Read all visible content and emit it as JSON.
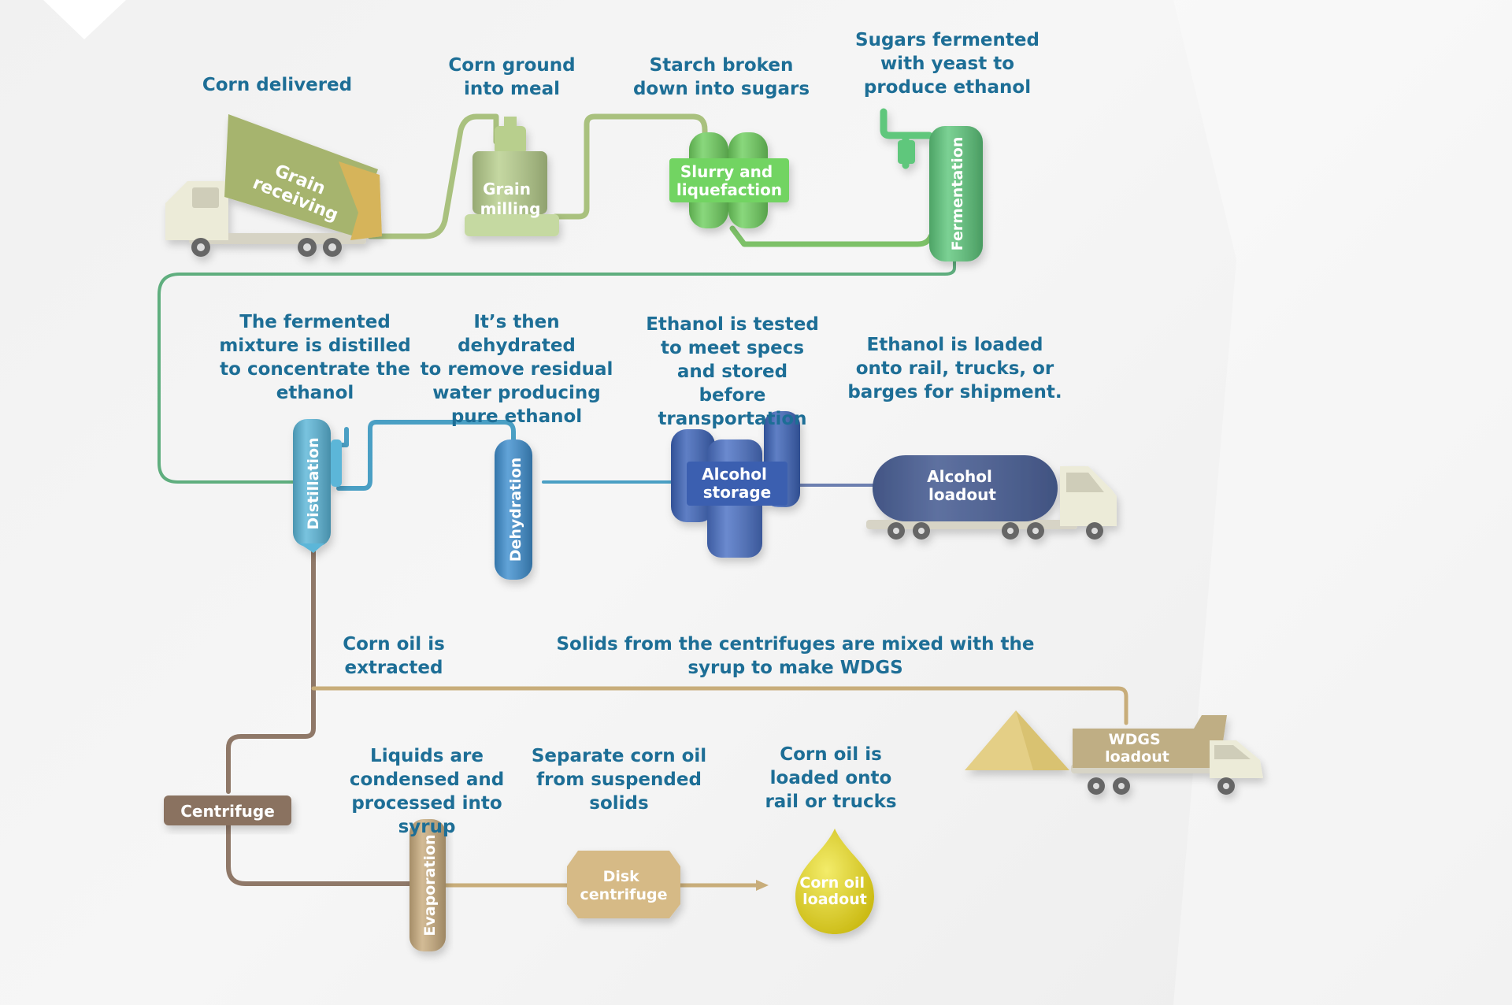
{
  "captions": {
    "corn_delivered": "Corn delivered",
    "corn_ground": "Corn ground\ninto meal",
    "starch_broken": "Starch broken\ndown into sugars",
    "sugars_fermented": "Sugars fermented\nwith yeast to\nproduce ethanol",
    "distilled": "The fermented\nmixture is distilled\nto concentrate the\nethanol",
    "dehydrated": "It’s then dehydrated\nto remove residual\nwater producing\npure ethanol",
    "tested": "Ethanol is tested\nto meet specs\nand stored before\ntransportation",
    "loaded": "Ethanol is loaded\nonto rail, trucks, or\nbarges for shipment.",
    "corn_oil_extracted": "Corn oil is\nextracted",
    "solids_mixed": "Solids from the centrifuges are mixed with the\nsyrup to make WDGS",
    "liquids_condensed": "Liquids are\ncondensed and\nprocessed into syrup",
    "separate_oil": "Separate corn oil\nfrom suspended\nsolids",
    "oil_loaded": "Corn oil is\nloaded onto\nrail or trucks"
  },
  "units": {
    "grain_receiving": [
      "Grain",
      "receiving"
    ],
    "grain_milling": [
      "Grain",
      "milling"
    ],
    "slurry": [
      "Slurry and",
      "liquefaction"
    ],
    "fermentation": "Fermentation",
    "distillation": "Distillation",
    "dehydration": "Dehydration",
    "alcohol_storage": [
      "Alcohol",
      "storage"
    ],
    "alcohol_loadout": [
      "Alcohol",
      "loadout"
    ],
    "wdgs_loadout": [
      "WDGS",
      "loadout"
    ],
    "centrifuge": "Centrifuge",
    "evaporation": "Evaporation",
    "disk_centrifuge": [
      "Disk",
      "centrifuge"
    ],
    "corn_oil_loadout": [
      "Corn oil",
      "loadout"
    ]
  },
  "colors": {
    "caption": "#1d6e96",
    "pipe_green_light": "#a9c17e",
    "pipe_green": "#7dc168",
    "pipe_green_dark": "#5fae7e",
    "pipe_blue": "#4a9fc4",
    "pipe_brown": "#8f7868",
    "pipe_tan": "#c8ad7a",
    "grain": "#a6b46e",
    "milling": "#b8cf8d",
    "slurry": "#6fcf5f",
    "fermentation": "#5ec77c",
    "distillation": "#5bb6d8",
    "dehydration": "#3f8fcf",
    "storage": "#3c63b8",
    "loadout": "#4a5f94",
    "wdgs": "#bfae84",
    "centrifuge": "#8a7260",
    "evaporation": "#c9ac7e",
    "disk": "#d6ba86",
    "oil": "#d8cc1e"
  }
}
